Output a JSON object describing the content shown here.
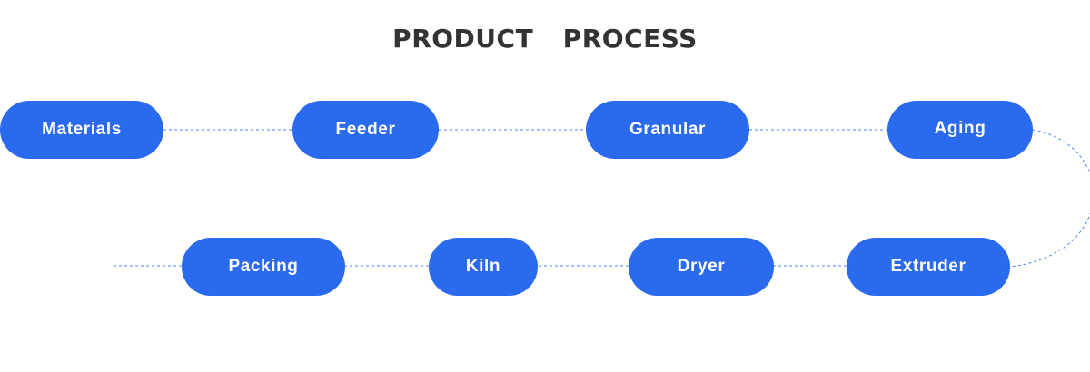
{
  "title": "PRODUCT  PROCESS",
  "colors": {
    "step_fill": "#2a6aee",
    "step_text": "#ffffff",
    "connector": "#2a6aee",
    "title": "#333333"
  },
  "steps": [
    {
      "label": "Materials"
    },
    {
      "label": "Feeder"
    },
    {
      "label": "Granular"
    },
    {
      "label": "Aging"
    },
    {
      "label": "Extruder"
    },
    {
      "label": "Dryer"
    },
    {
      "label": "Kiln"
    },
    {
      "label": "Packing"
    }
  ]
}
